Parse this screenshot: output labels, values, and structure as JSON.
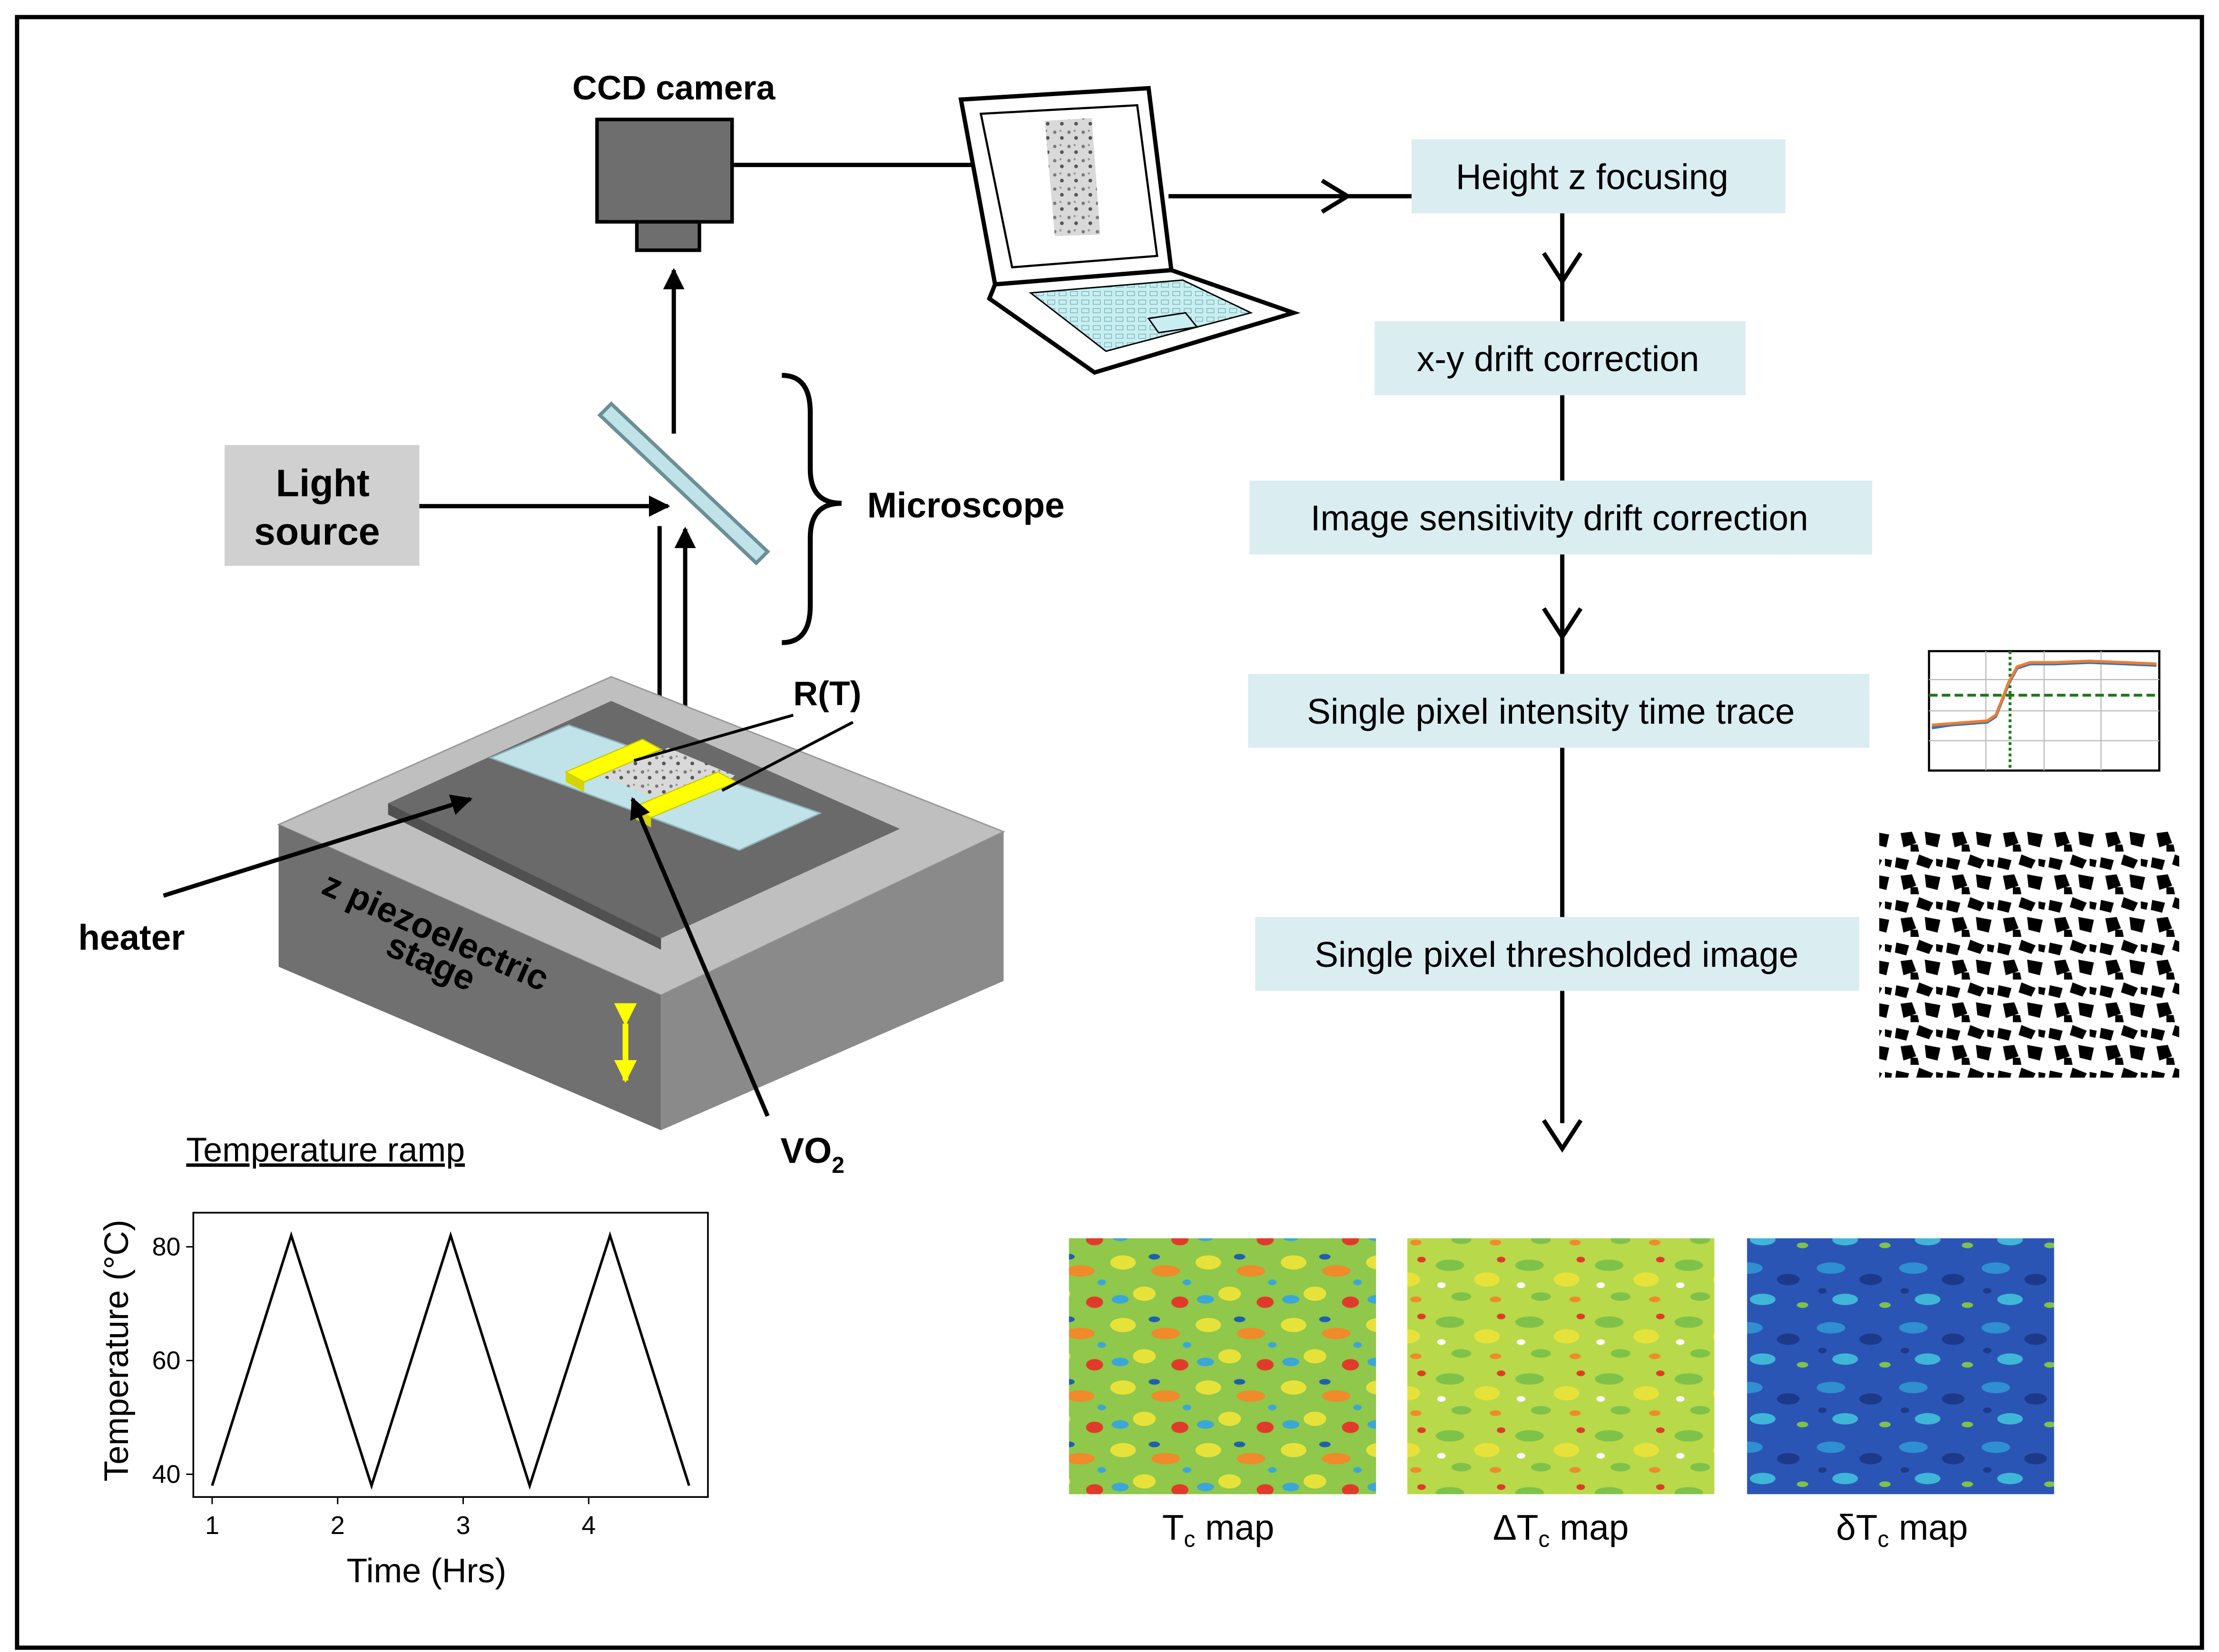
{
  "setup": {
    "camera_label": "CCD camera",
    "light_source_line1": "Light",
    "light_source_line2": "source",
    "microscope_label": "Microscope",
    "rt_label": "R(T)",
    "heater_label": "heater",
    "stage_line1": "z piezoelectric",
    "stage_line2": "stage",
    "vo2_base": "VO",
    "vo2_sub": "2"
  },
  "flow": {
    "steps": [
      "Height z focusing",
      "x-y drift correction",
      "Image sensitivity drift correction",
      "Single pixel intensity time trace",
      "Single pixel thresholded image"
    ]
  },
  "maps": [
    {
      "prefix": "T",
      "sub": "c",
      "suffix": " map"
    },
    {
      "prefix": "ΔT",
      "sub": "c",
      "suffix": " map"
    },
    {
      "prefix": "δT",
      "sub": "c",
      "suffix": " map"
    }
  ],
  "colors": {
    "flow_box": "#daedf1",
    "light_box": "#d0d0d0",
    "gold": "#ffff00",
    "substrate": "#bfe3e8",
    "stage_dark": "#6e6e6e",
    "stage_light": "#bfbfbf"
  },
  "chart_data": {
    "type": "line",
    "title": "Temperature ramp",
    "xlabel": "Time (Hrs)",
    "ylabel": "Temperature (°C)",
    "xlim": [
      0.85,
      4.95
    ],
    "ylim": [
      36,
      86
    ],
    "xticks": [
      1,
      2,
      3,
      4
    ],
    "yticks": [
      40,
      60,
      80
    ],
    "series": [
      {
        "x": [
          1.0,
          1.63,
          2.27,
          2.9,
          3.53,
          4.17,
          4.8
        ],
        "y": [
          38,
          82,
          38,
          82,
          38,
          82,
          38
        ]
      }
    ]
  }
}
